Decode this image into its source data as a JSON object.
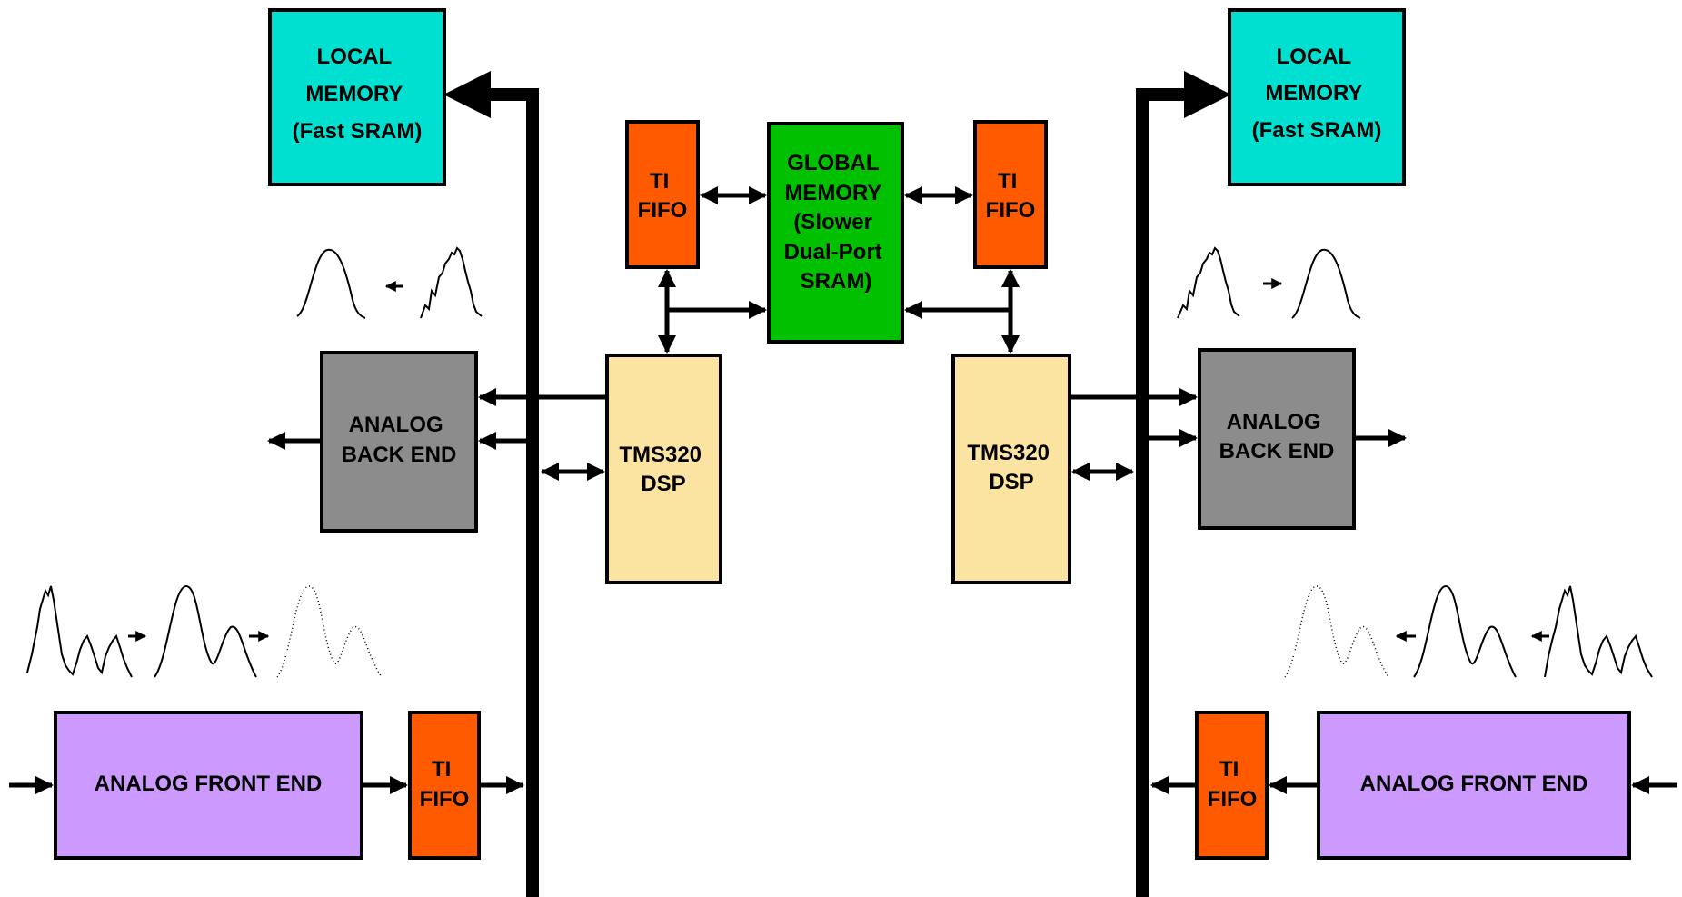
{
  "colors": {
    "local_memory": "#00e0d0",
    "fifo": "#ff5a00",
    "global_memory": "#00c000",
    "dsp": "#fbe3a2",
    "back_end": "#8c8c8c",
    "front_end": "#cc99ff",
    "line": "#000000"
  },
  "blocks": {
    "local_memory_left": [
      "LOCAL",
      "MEMORY",
      "(Fast SRAM)"
    ],
    "local_memory_right": [
      "LOCAL",
      "MEMORY",
      "(Fast SRAM)"
    ],
    "fifo_top_left": [
      "TI",
      "FIFO"
    ],
    "fifo_top_right": [
      "TI",
      "FIFO"
    ],
    "global_memory": [
      "GLOBAL",
      "MEMORY",
      "(Slower",
      "Dual-Port",
      "SRAM)"
    ],
    "dsp_left": [
      "TMS320",
      "DSP"
    ],
    "dsp_right": [
      "TMS320",
      "DSP"
    ],
    "back_end_left": [
      "ANALOG",
      "BACK END"
    ],
    "back_end_right": [
      "ANALOG",
      "BACK END"
    ],
    "front_end_left": [
      "ANALOG FRONT END"
    ],
    "front_end_right": [
      "ANALOG FRONT END"
    ],
    "fifo_bottom_left": [
      "TI",
      "FIFO"
    ],
    "fifo_bottom_right": [
      "TI",
      "FIFO"
    ]
  }
}
